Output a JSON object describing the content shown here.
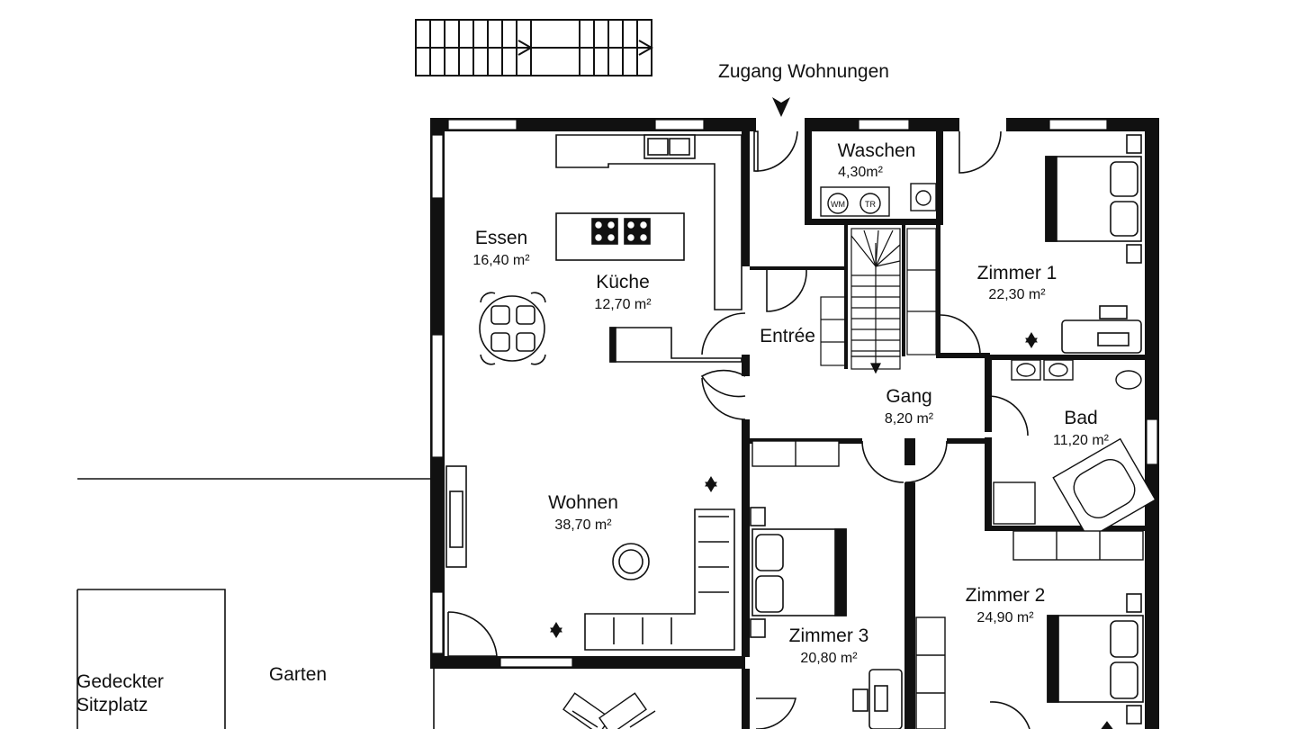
{
  "plan": {
    "entrance_label": "Zugang Wohnungen",
    "rooms": {
      "essen": {
        "name": "Essen",
        "area": "16,40 m²"
      },
      "kueche": {
        "name": "Küche",
        "area": "12,70 m²"
      },
      "wohnen": {
        "name": "Wohnen",
        "area": "38,70 m²"
      },
      "waschen": {
        "name": "Waschen",
        "area": "4,30m²"
      },
      "entree": {
        "name": "Entrée"
      },
      "gang": {
        "name": "Gang",
        "area": "8,20 m²"
      },
      "zimmer1": {
        "name": "Zimmer 1",
        "area": "22,30 m²"
      },
      "bad": {
        "name": "Bad",
        "area": "11,20 m²"
      },
      "zimmer2": {
        "name": "Zimmer 2",
        "area": "24,90 m²"
      },
      "zimmer3": {
        "name": "Zimmer 3",
        "area": "20,80 m²"
      }
    },
    "outdoor": {
      "garten": "Garten",
      "sitzplatz_line1": "Gedeckter",
      "sitzplatz_line2": "Sitzplatz"
    },
    "appliances": {
      "washer": "WM",
      "dryer": "TR"
    }
  }
}
